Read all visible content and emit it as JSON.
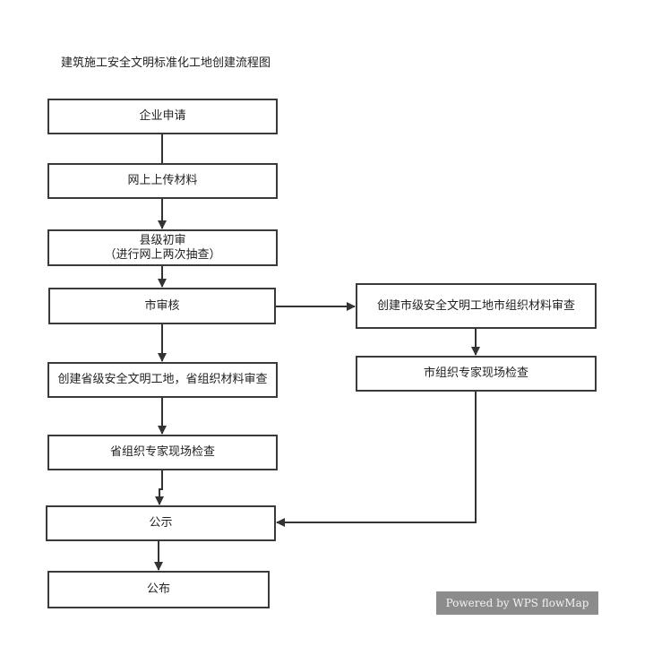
{
  "title": "建筑施工安全文明标准化工地创建流程图",
  "nodes": {
    "apply": "企业申请",
    "upload": "网上上传材料",
    "county_review_line1": "县级初审",
    "county_review_line2": "（进行网上两次抽查）",
    "city_review": "市审核",
    "provincial_create": "创建省级安全文明工地，省组织材料审查",
    "provincial_inspect": "省组织专家现场检查",
    "publicity": "公示",
    "publish": "公布",
    "city_create": "创建市级安全文明工地市组织材料审查",
    "city_inspect": "市组织专家现场检查"
  },
  "badge": "Powered by WPS flowMap",
  "colors": {
    "border": "#3a3a3a",
    "arrow": "#333333",
    "badge_bg": "#8c8c8c",
    "badge_text": "#f2f2f2"
  }
}
